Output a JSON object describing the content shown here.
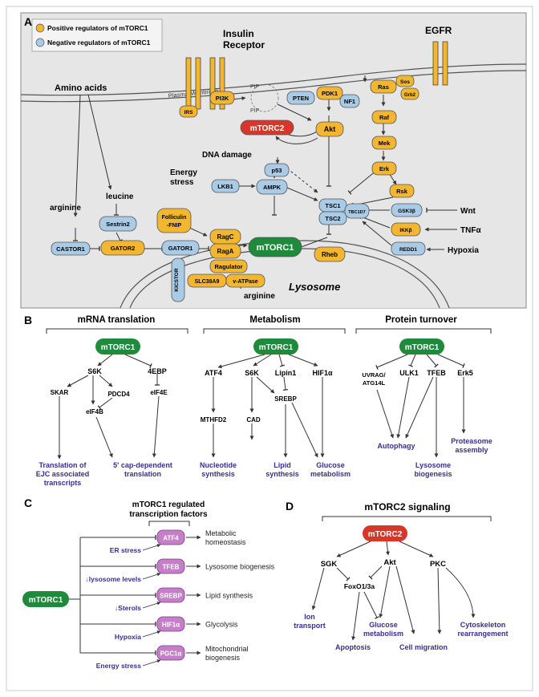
{
  "panel_a": {
    "letter": "A",
    "legend": {
      "positive": "Positive regulators of mTORC1",
      "negative": "Negative regulators of mTORC1",
      "positive_color": "#f2b630",
      "negative_color": "#a9cbe6"
    },
    "labels": {
      "insulin_receptor_1": "Insulin",
      "insulin_receptor_2": "Receptor",
      "egfr": "EGFR",
      "amino_acids": "Amino acids",
      "plasma_membrane": "Plasma Membrane",
      "pip2": "PIP",
      "pip3": "PIP",
      "dna_damage": "DNA damage",
      "energy_stress_1": "Energy",
      "energy_stress_2": "stress",
      "leucine": "leucine",
      "arginine_left": "arginine",
      "arginine_bottom": "arginine",
      "lysosome": "Lysosome",
      "wnt": "Wnt",
      "tnf": "TNFα",
      "hypoxia": "Hypoxia"
    },
    "nodes": {
      "irs": "IRS",
      "pi3k": "PI3K",
      "pten": "PTEN",
      "mtorc2": "mTORC2",
      "pdk1": "PDK1",
      "akt": "Akt",
      "nf1": "NF1",
      "ras": "Ras",
      "sos": "Sos",
      "grb2": "Grb2",
      "raf": "Raf",
      "mek": "Mek",
      "erk": "Erk",
      "rsk": "Rsk",
      "p53": "p53",
      "lkb1": "LKB1",
      "ampk": "AMPK",
      "tsc1": "TSC1",
      "tsc2": "TSC2",
      "tbc1d7": "TBC1D7",
      "gsk3b": "GSK3β",
      "ikkb": "IKKβ",
      "redd1": "REDD1",
      "sestrin2": "Sestrin2",
      "castor1": "CASTOR1",
      "gator2": "GATOR2",
      "gator1": "GATOR1",
      "kicstor": "KICSTOR",
      "folliculin_1": "Folliculin",
      "folliculin_2": "-FNIP",
      "ragc": "RagC",
      "raga": "RagA",
      "ragulator": "Ragulator",
      "slc38a9": "SLC38A9",
      "vatpase": "v-ATPase",
      "mtorc1": "mTORC1",
      "rheb": "Rheb"
    }
  },
  "panel_b": {
    "letter": "B",
    "sections": {
      "mrna": "mRNA translation",
      "metabolism": "Metabolism",
      "protein": "Protein turnover"
    },
    "hub": "mTORC1",
    "mrna_nodes": {
      "s6k": "S6K",
      "ebp": "4EBP",
      "skar": "SKAR",
      "pdcd4": "PDCD4",
      "eif4b": "eIF4B",
      "eif4e": "eIF4E"
    },
    "mrna_outputs": {
      "ejc_1": "Translation of",
      "ejc_2": "EJC associated",
      "ejc_3": "transcripts",
      "cap_1": "5' cap-dependent",
      "cap_2": "translation"
    },
    "metab_nodes": {
      "atf4": "ATF4",
      "s6k": "S6K",
      "lipin1": "Lipin1",
      "hif1a": "HIF1α",
      "mthfd2": "MTHFD2",
      "cad": "CAD",
      "srebp": "SREBP"
    },
    "metab_outputs": {
      "nuc_1": "Nucleotide",
      "nuc_2": "synthesis",
      "lip_1": "Lipid",
      "lip_2": "synthesis",
      "glu_1": "Glucose",
      "glu_2": "metabolism"
    },
    "prot_nodes": {
      "uvrag_1": "UVRAG/",
      "uvrag_2": "ATG14L",
      "ulk1": "ULK1",
      "tfeb": "TFEB",
      "erk5": "Erk5"
    },
    "prot_outputs": {
      "autophagy": "Autophagy",
      "lyso_1": "Lysosome",
      "lyso_2": "biogenesis",
      "prot_1": "Proteasome",
      "prot_2": "assembly"
    }
  },
  "panel_c": {
    "letter": "C",
    "title_1": "mTORC1 regulated",
    "title_2": "transcription factors",
    "hub": "mTORC1",
    "rows": [
      {
        "input": "ER stress",
        "tf": "ATF4",
        "out_1": "Metabolic",
        "out_2": "homeostasis"
      },
      {
        "input": "↓lysosome levels",
        "tf": "TFEB",
        "out_1": "Lysosome biogenesis",
        "out_2": ""
      },
      {
        "input": "↓Sterols",
        "tf": "SREBP",
        "out_1": "Lipid synthesis",
        "out_2": ""
      },
      {
        "input": "Hypoxia",
        "tf": "HIF1α",
        "out_1": "Glycolysis",
        "out_2": ""
      },
      {
        "input": "Energy stress",
        "tf": "PGC1α",
        "out_1": "Mitochondrial",
        "out_2": "biogenesis"
      }
    ]
  },
  "panel_d": {
    "letter": "D",
    "title": "mTORC2 signaling",
    "hub": "mTORC2",
    "nodes": {
      "sgk": "SGK",
      "akt": "Akt",
      "pkc": "PKC",
      "foxo": "FoxO1/3a"
    },
    "outputs": {
      "ion_1": "Ion",
      "ion_2": "transport",
      "apoptosis": "Apoptosis",
      "glu_1": "Glucose",
      "glu_2": "metabolism",
      "cell_migration": "Cell migration",
      "cyto_1": "Cytoskeleton",
      "cyto_2": "rearrangement"
    }
  },
  "colors": {
    "orange": "#f2b630",
    "blue": "#a9cbe6",
    "green": "#1f8a3c",
    "red": "#d6372a",
    "purple": "#c57fc8",
    "output_text": "#3a2e8c",
    "cell_bg": "#e6e6e6"
  }
}
